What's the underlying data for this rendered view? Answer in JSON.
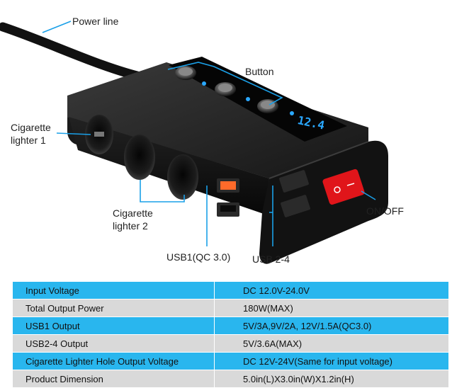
{
  "callouts": {
    "power_line": "Power line",
    "button": "Button",
    "cig1_line1": "Cigarette",
    "cig1_line2": "lighter 1",
    "cig2_line1": "Cigarette",
    "cig2_line2": "lighter 2",
    "usb1": "USB1(QC 3.0)",
    "usb24": "USB 2-4",
    "onoff": "ON/OFF"
  },
  "display": {
    "voltage": "12.4"
  },
  "colors": {
    "blue_row": "#29b6ee",
    "gray_row": "#d9d9d9",
    "led": "#2aa8ff",
    "switch_red": "#e0151a",
    "qc_orange": "#ff6a2a",
    "callout_line": "#1aa0e8"
  },
  "spec_table": [
    {
      "label": "Input Voltage",
      "value": "DC 12.0V-24.0V"
    },
    {
      "label": "Total Output Power",
      "value": "180W(MAX)"
    },
    {
      "label": "USB1 Output",
      "value": "5V/3A,9V/2A, 12V/1.5A(QC3.0)"
    },
    {
      "label": "USB2-4 Output",
      "value": "5V/3.6A(MAX)"
    },
    {
      "label": "Cigarette Lighter Hole Output Voltage",
      "value": "DC 12V-24V(Same for input voltage)"
    },
    {
      "label": "Product Dimension",
      "value": "5.0in(L)X3.0in(W)X1.2in(H)"
    }
  ]
}
